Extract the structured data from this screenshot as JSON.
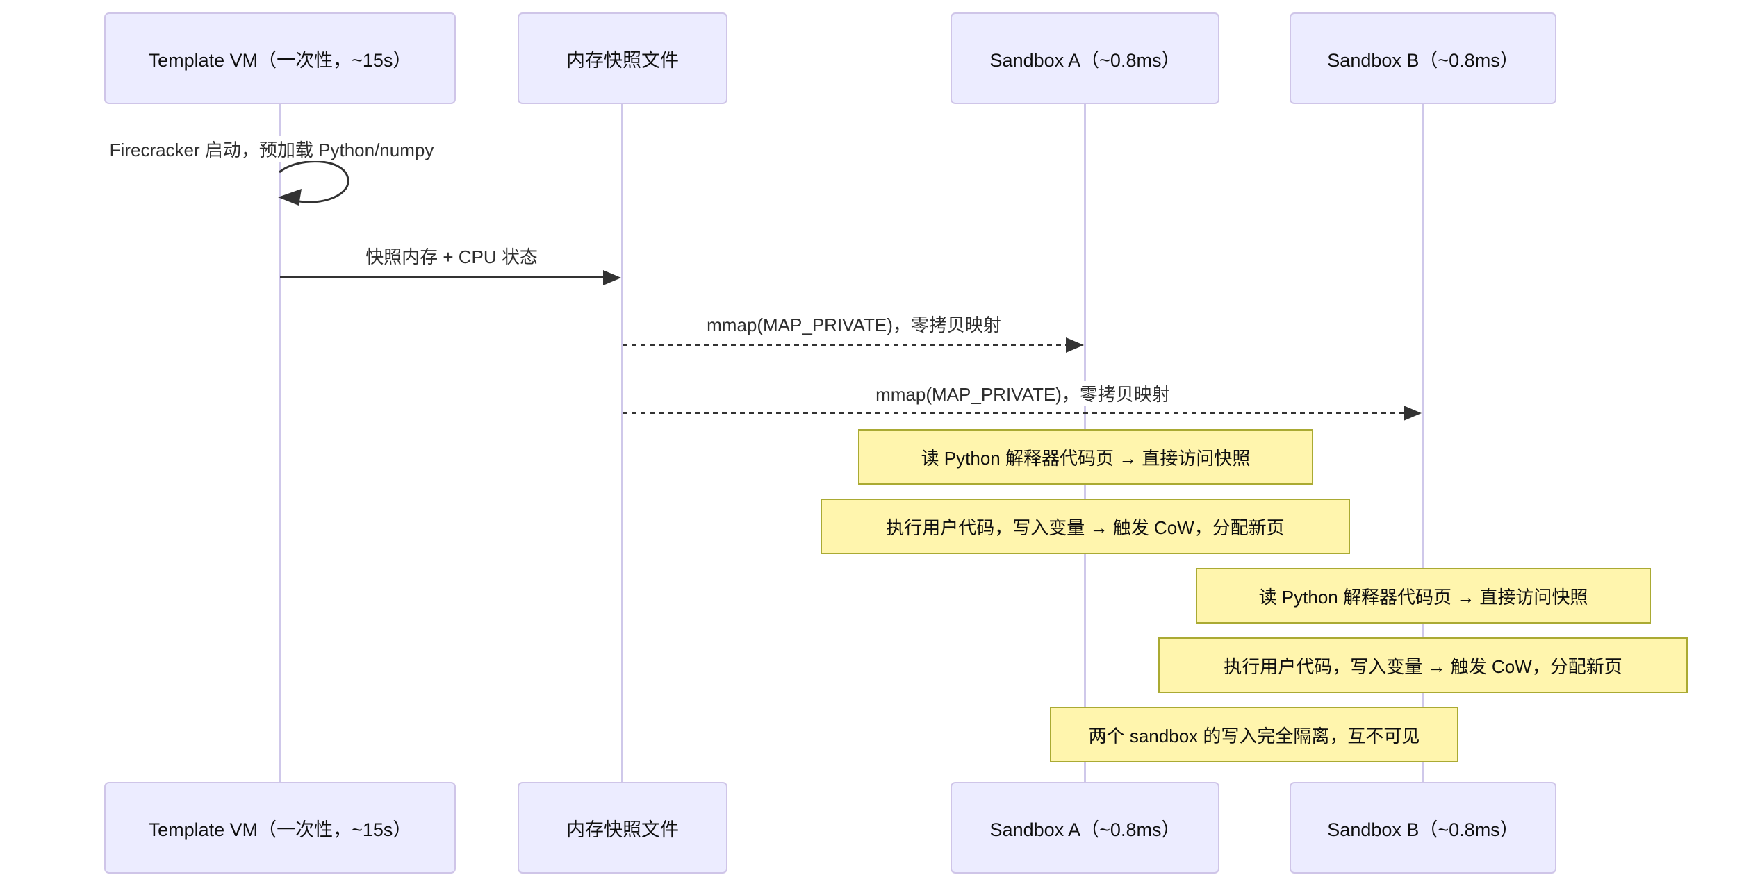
{
  "diagram": {
    "type": "sequence-diagram",
    "colors": {
      "background": "#ffffff",
      "actor_fill": "#ececff",
      "actor_border": "#cfc5e8",
      "lifeline": "#cfc8ea",
      "note_fill": "#fff5ad",
      "note_border": "#aaaa33",
      "message": "#333333"
    },
    "actors": [
      {
        "id": "template-vm",
        "label": "Template VM（一次性，~15s）"
      },
      {
        "id": "snapshot-file",
        "label": "内存快照文件"
      },
      {
        "id": "sandbox-a",
        "label": "Sandbox A（~0.8ms）"
      },
      {
        "id": "sandbox-b",
        "label": "Sandbox B（~0.8ms）"
      }
    ],
    "messages": [
      {
        "type": "self",
        "from": "template-vm",
        "to": "template-vm",
        "label": "Firecracker 启动，预加载 Python/numpy"
      },
      {
        "type": "solid",
        "from": "template-vm",
        "to": "snapshot-file",
        "label": "快照内存 + CPU 状态"
      },
      {
        "type": "dashed",
        "from": "snapshot-file",
        "to": "sandbox-a",
        "label": "mmap(MAP_PRIVATE)，零拷贝映射"
      },
      {
        "type": "dashed",
        "from": "snapshot-file",
        "to": "sandbox-b",
        "label": "mmap(MAP_PRIVATE)，零拷贝映射"
      }
    ],
    "notes": [
      {
        "over": "sandbox-a",
        "label": "读 Python 解释器代码页 → 直接访问快照"
      },
      {
        "over": "sandbox-a",
        "label": "执行用户代码，写入变量 → 触发 CoW，分配新页"
      },
      {
        "over": "sandbox-b",
        "label": "读 Python 解释器代码页 → 直接访问快照"
      },
      {
        "over": "sandbox-b",
        "label": "执行用户代码，写入变量 → 触发 CoW，分配新页"
      },
      {
        "over": "sandbox-a sandbox-b",
        "label": "两个 sandbox 的写入完全隔离，互不可见"
      }
    ]
  }
}
